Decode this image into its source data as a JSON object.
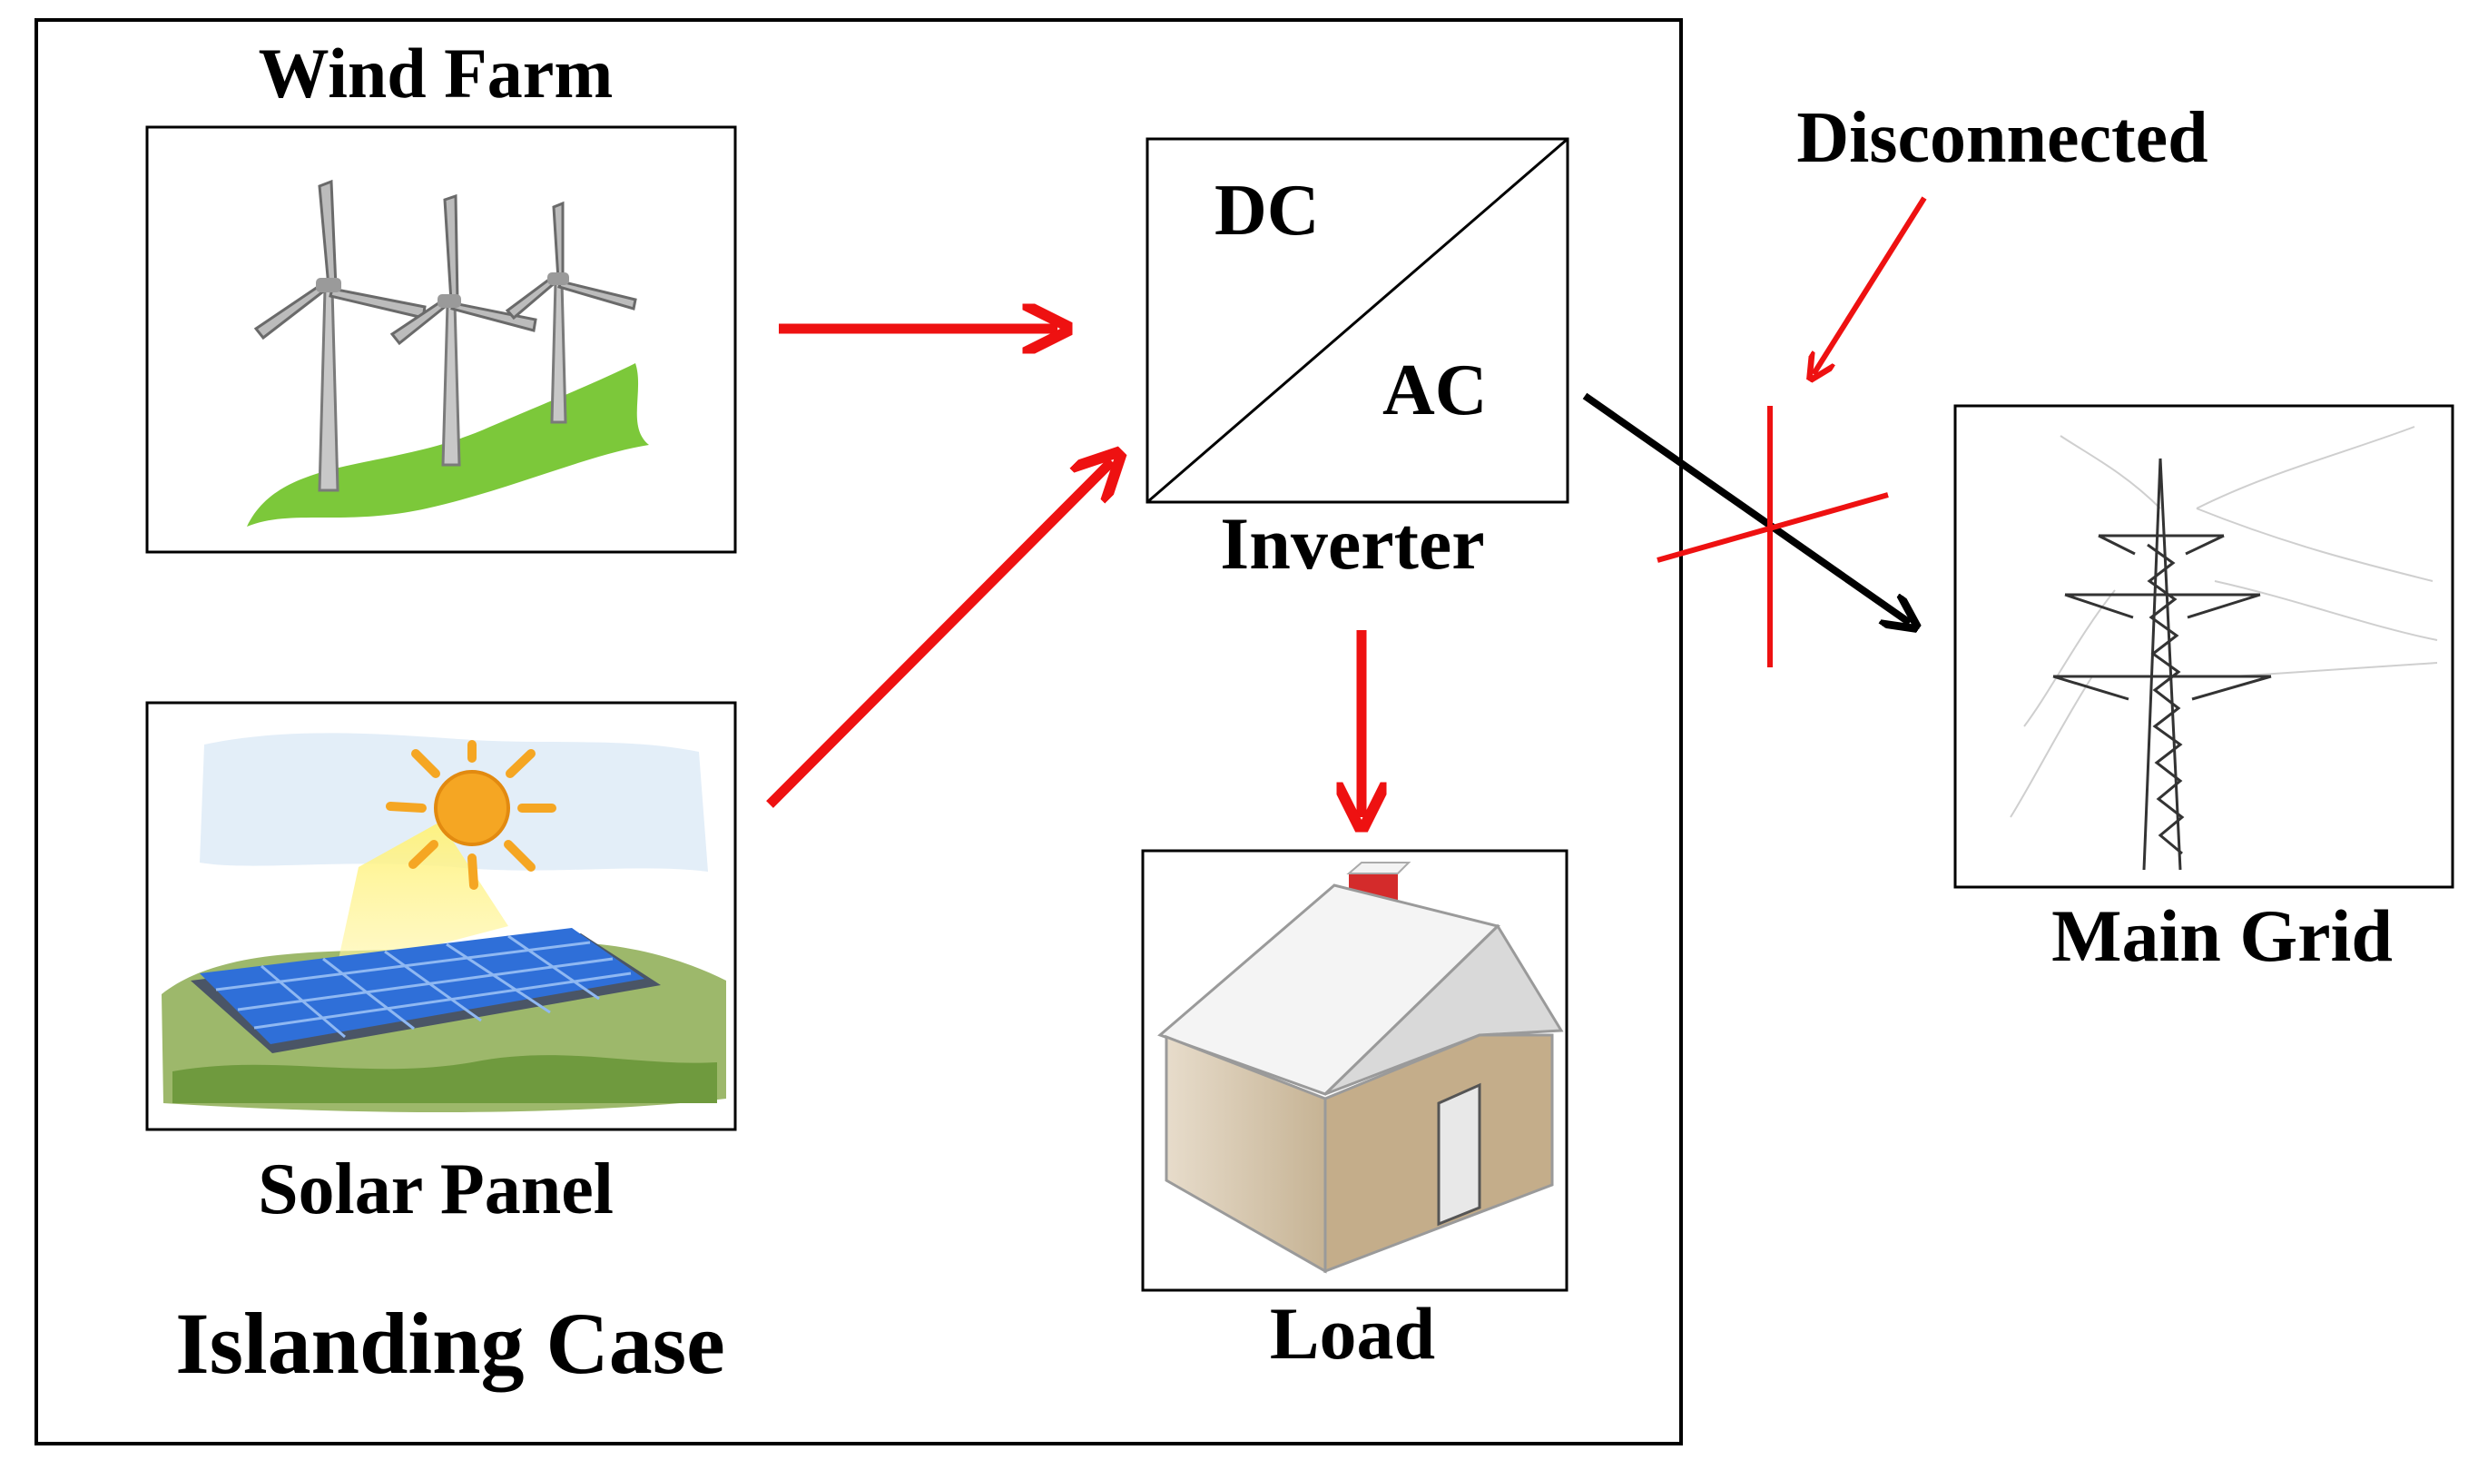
{
  "labels": {
    "wind_farm": "Wind Farm",
    "solar_panel": "Solar Panel",
    "islanding_case": "Islanding Case",
    "inverter": "Inverter",
    "dc": "DC",
    "ac": "AC",
    "load": "Load",
    "disconnected": "Disconnected",
    "main_grid": "Main Grid"
  },
  "colors": {
    "flow_arrow": "#ee1111",
    "grid_arrow": "#000000",
    "disconnect_mark": "#ee1111",
    "grass": "#7cc83a",
    "panel_blue": "#2f6fd8",
    "sun": "#f5a623",
    "chimney": "#d42b2b"
  }
}
